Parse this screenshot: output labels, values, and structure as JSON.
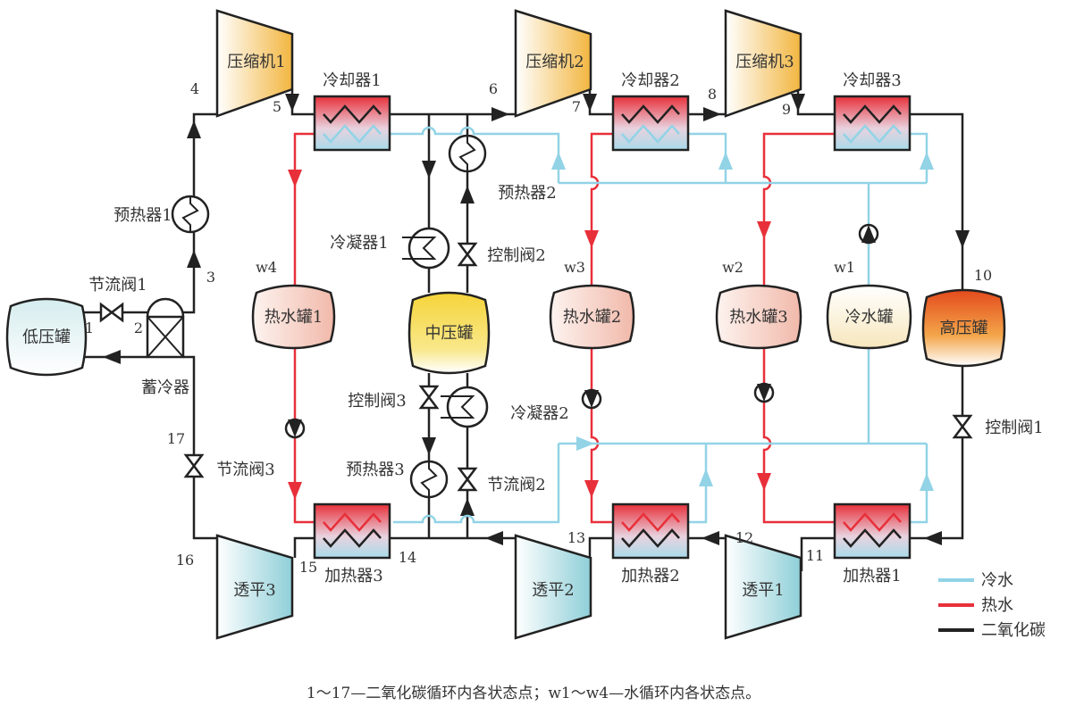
{
  "components": {
    "compressor1": "压缩机1",
    "compressor2": "压缩机2",
    "compressor3": "压缩机3",
    "cooler1": "冷却器1",
    "cooler2": "冷却器2",
    "cooler3": "冷却器3",
    "heater1": "加热器1",
    "heater2": "加热器2",
    "heater3": "加热器3",
    "turbine1": "透平1",
    "turbine2": "透平2",
    "turbine3": "透平3",
    "low_pressure_tank": "低压罐",
    "medium_pressure_tank": "中压罐",
    "high_pressure_tank": "高压罐",
    "hot_tank1": "热水罐1",
    "hot_tank2": "热水罐2",
    "hot_tank3": "热水罐3",
    "cold_tank": "冷水罐",
    "preheater1": "预热器1",
    "preheater2": "预热器2",
    "preheater3": "预热器3",
    "condenser1": "冷凝器1",
    "condenser2": "冷凝器2",
    "throttle1": "节流阀1",
    "throttle2": "节流阀2",
    "throttle3": "节流阀3",
    "control1": "控制阀1",
    "control2": "控制阀2",
    "control3": "控制阀3",
    "regenerator": "蓄冷器"
  },
  "state_points": [
    "1",
    "2",
    "3",
    "4",
    "5",
    "6",
    "7",
    "8",
    "9",
    "10",
    "11",
    "12",
    "13",
    "14",
    "15",
    "16",
    "17"
  ],
  "water_points": [
    "w1",
    "w2",
    "w3",
    "w4"
  ],
  "legend": [
    {
      "label": "冷水",
      "color": "#92d3e6"
    },
    {
      "label": "热水",
      "color": "#e8303a"
    },
    {
      "label": "二氧化碳",
      "color": "#222222"
    }
  ],
  "caption": "1～17—二氧化碳循环内各状态点；w1～w4—水循环内各状态点。"
}
